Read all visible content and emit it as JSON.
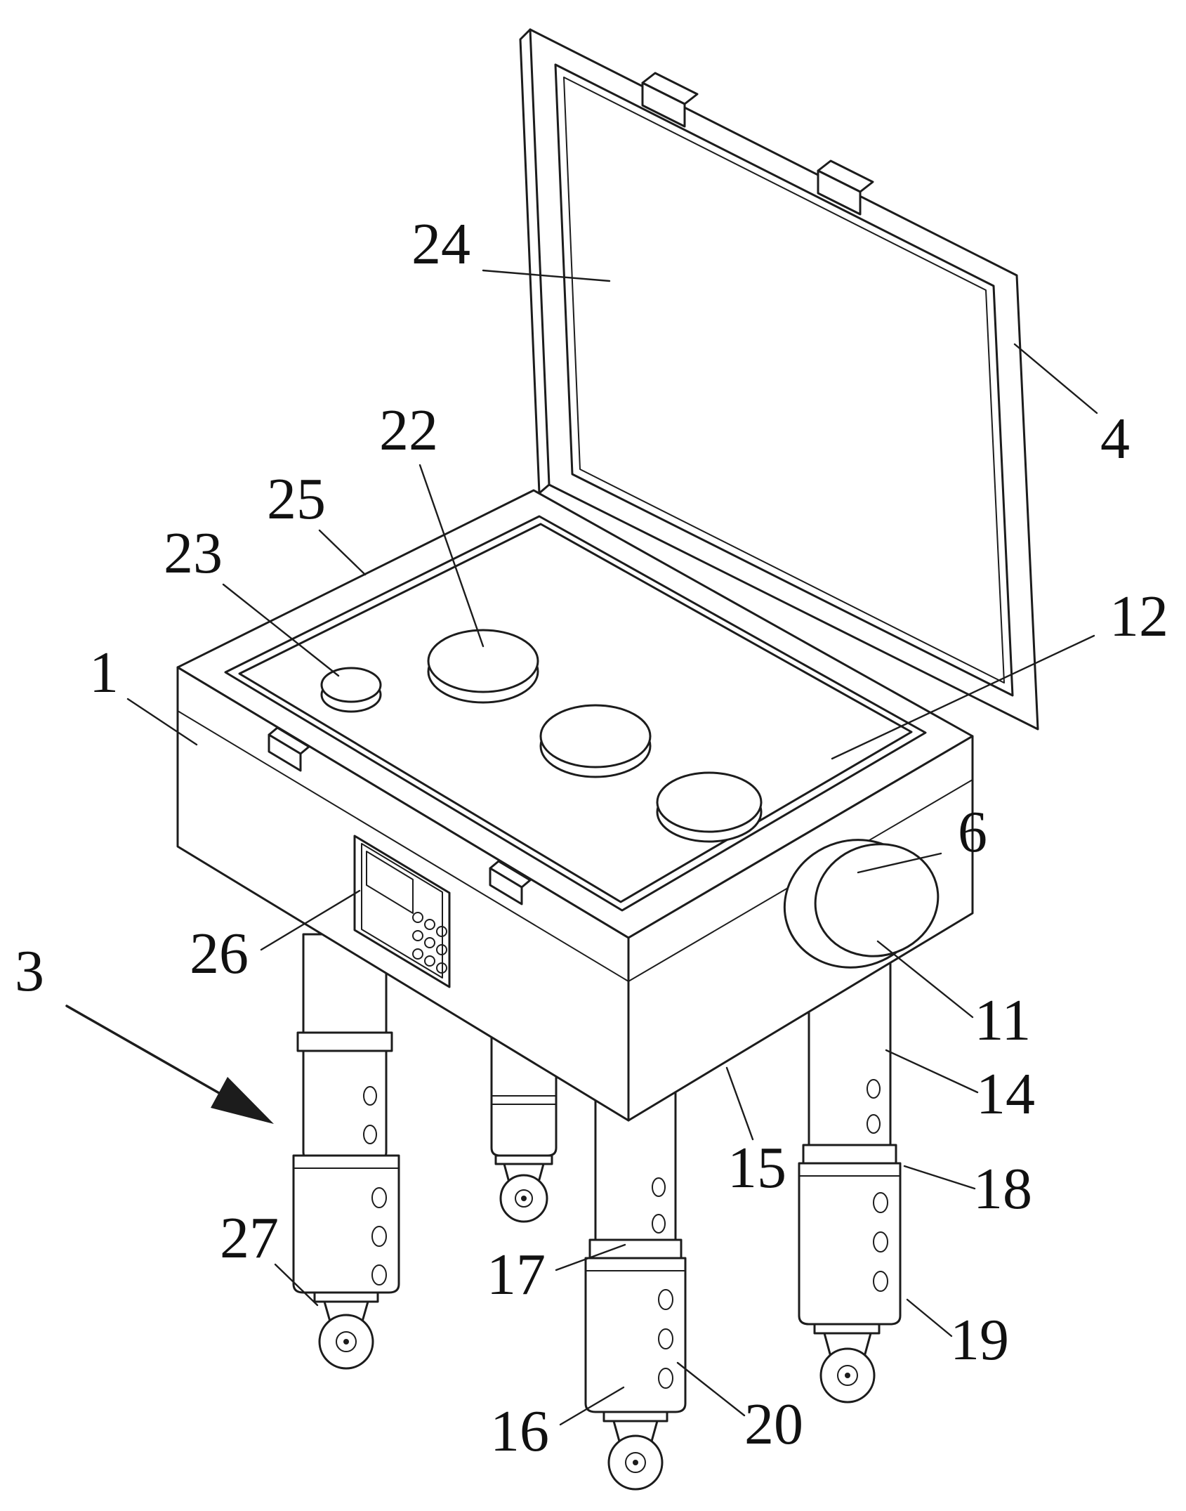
{
  "figure": {
    "type": "patent-line-drawing",
    "background_color": "#ffffff",
    "line_color": "#1c1c1c",
    "label_color": "#111111"
  },
  "labels": [
    {
      "id": "24",
      "text": "24"
    },
    {
      "id": "4",
      "text": "4"
    },
    {
      "id": "22",
      "text": "22"
    },
    {
      "id": "25",
      "text": "25"
    },
    {
      "id": "23",
      "text": "23"
    },
    {
      "id": "12",
      "text": "12"
    },
    {
      "id": "1",
      "text": "1"
    },
    {
      "id": "6",
      "text": "6"
    },
    {
      "id": "26",
      "text": "26"
    },
    {
      "id": "3",
      "text": "3"
    },
    {
      "id": "11",
      "text": "11"
    },
    {
      "id": "14",
      "text": "14"
    },
    {
      "id": "15",
      "text": "15"
    },
    {
      "id": "18",
      "text": "18"
    },
    {
      "id": "27",
      "text": "27"
    },
    {
      "id": "17",
      "text": "17"
    },
    {
      "id": "19",
      "text": "19"
    },
    {
      "id": "16",
      "text": "16"
    },
    {
      "id": "20",
      "text": "20"
    }
  ]
}
